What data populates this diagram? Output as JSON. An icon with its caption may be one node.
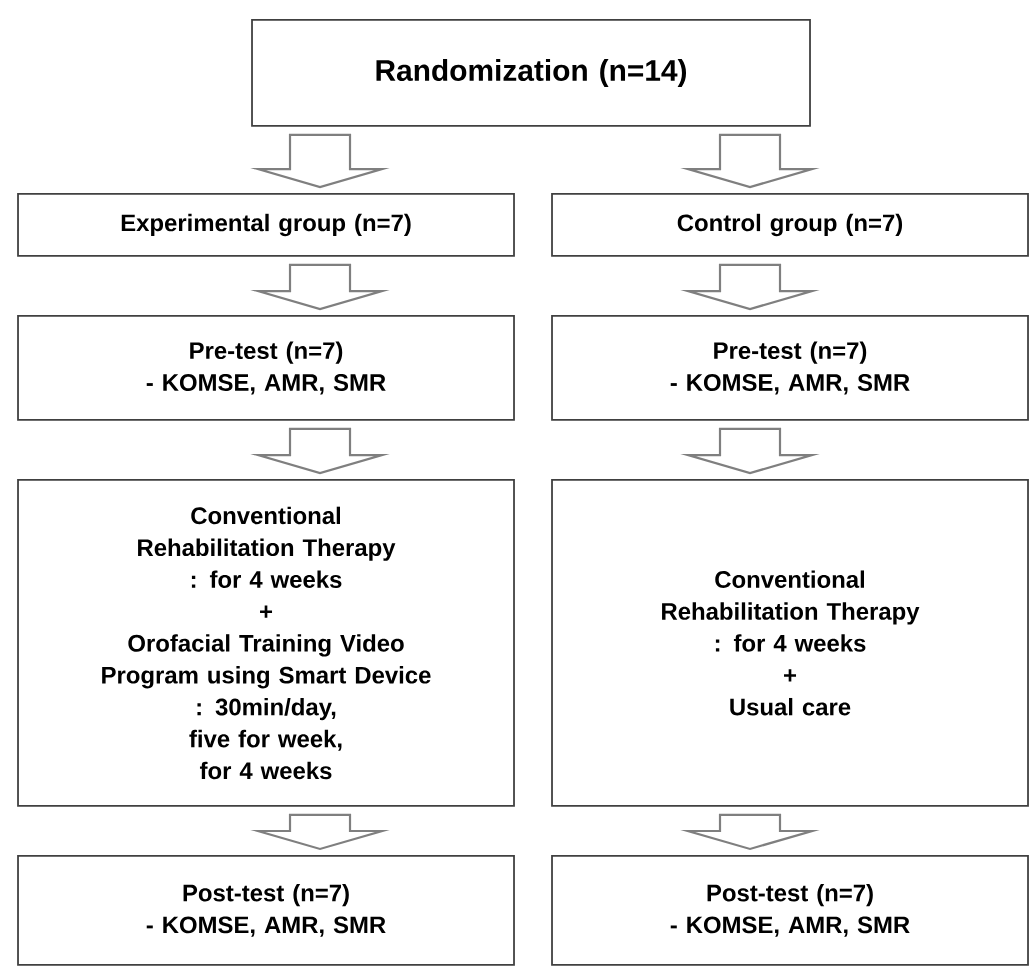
{
  "diagram": {
    "nodes": [
      {
        "text": [
          "Randomization (n=14)"
        ]
      },
      {
        "text": [
          "Experimental group (n=7)"
        ]
      },
      {
        "text": [
          "Control group (n=7)"
        ]
      },
      {
        "text": [
          "Pre-test (n=7)",
          "- KOMSE, AMR, SMR"
        ]
      },
      {
        "text": [
          "Pre-test (n=7)",
          "- KOMSE, AMR, SMR"
        ]
      },
      {
        "text": [
          "Conventional Rehabilitation Therapy",
          ": for 4 weeks",
          "+",
          "Orofacial Training Video Program using Smart Device",
          ": 30min/day,",
          "five for week,",
          "for 4 weeks"
        ]
      },
      {
        "text": [
          "Conventional Rehabilitation Therapy",
          ": for 4 weeks",
          "+",
          "Usual care"
        ]
      },
      {
        "text": [
          "Post-test (n=7)",
          "- KOMSE, AMR, SMR"
        ]
      },
      {
        "text": [
          "Post-test (n=7)",
          "- KOMSE, AMR, SMR"
        ]
      }
    ],
    "edges": [
      {
        "from": 0,
        "to": 1,
        "arrow": "to"
      },
      {
        "from": 0,
        "to": 2,
        "arrow": "to"
      },
      {
        "from": 1,
        "to": 3,
        "arrow": "to"
      },
      {
        "from": 2,
        "to": 4,
        "arrow": "to"
      },
      {
        "from": 3,
        "to": 5,
        "arrow": "to"
      },
      {
        "from": 4,
        "to": 6,
        "arrow": "to"
      },
      {
        "from": 5,
        "to": 7,
        "arrow": "to"
      },
      {
        "from": 6,
        "to": 8,
        "arrow": "to"
      }
    ]
  }
}
